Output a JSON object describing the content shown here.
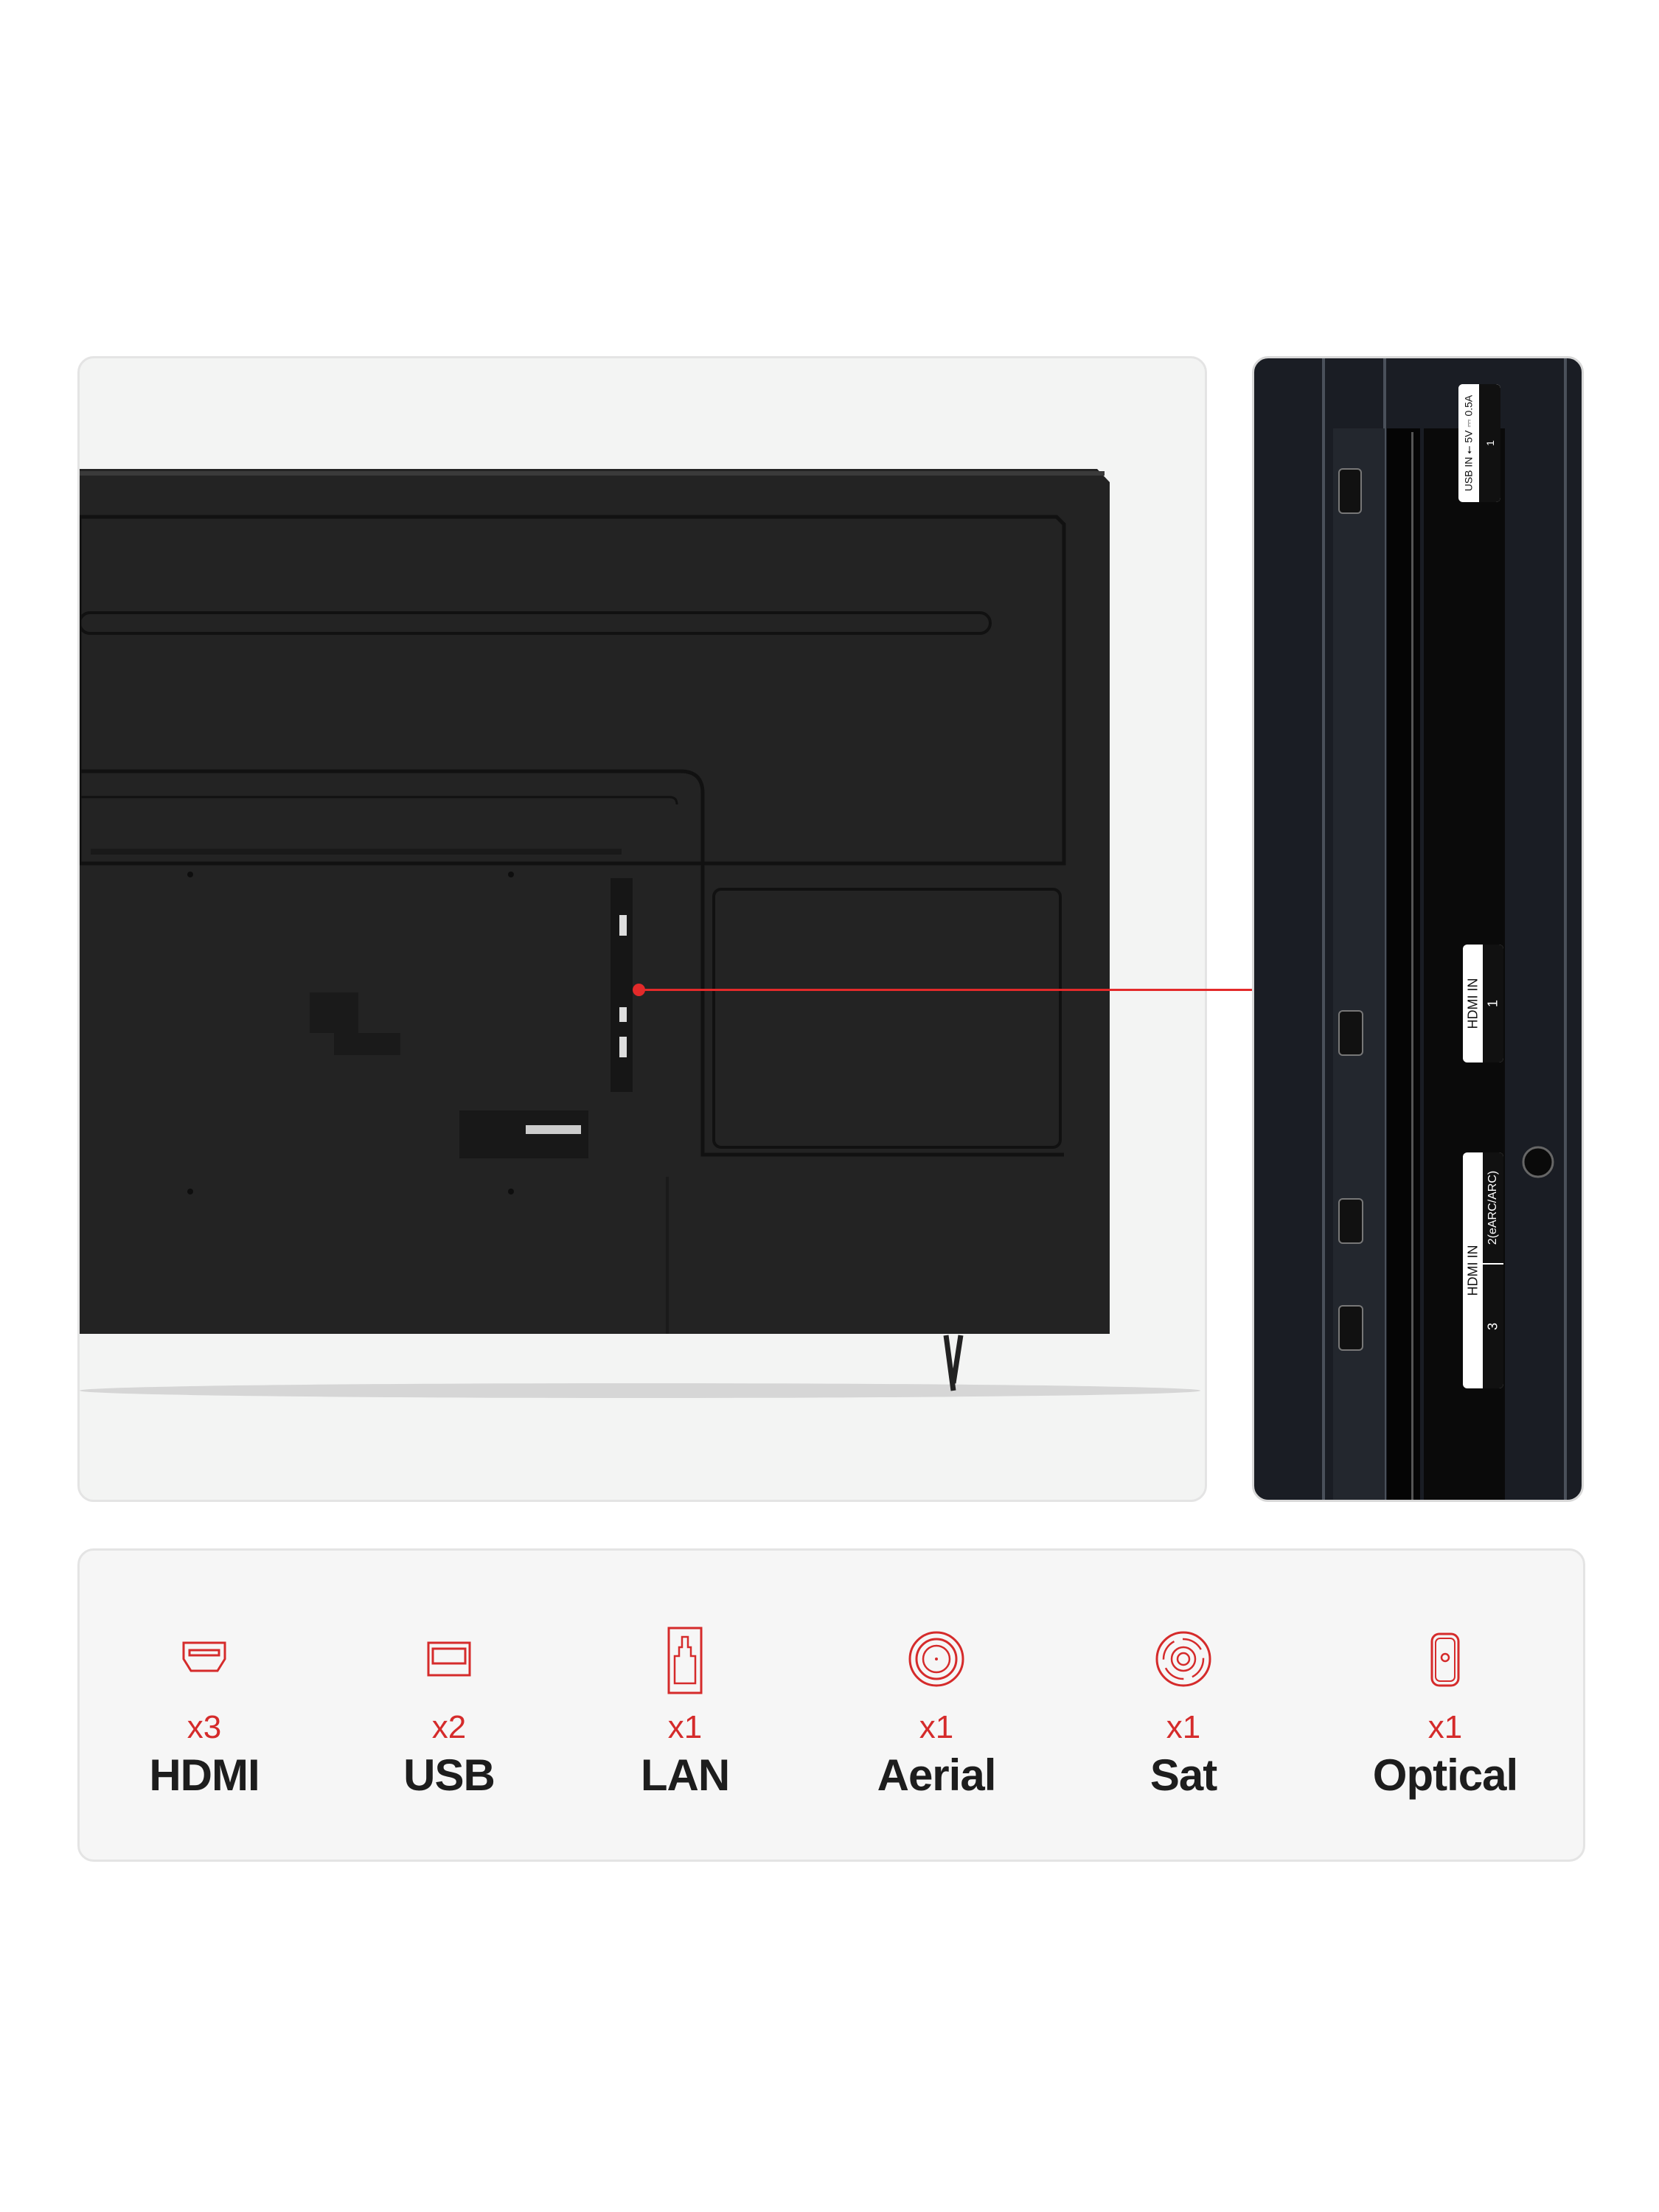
{
  "accent_color": "#d52b2b",
  "zoom_panel": {
    "labels": {
      "usb": {
        "title": "USB IN ⭠ 5V ⎓ 0.5A",
        "number": "1"
      },
      "hdmi1": {
        "title": "HDMI IN",
        "number": "1"
      },
      "hdmi23": {
        "title": "HDMI IN",
        "number_a": "2(eARC/ARC)",
        "number_b": "3"
      }
    }
  },
  "features": [
    {
      "icon": "hdmi-icon",
      "count": "x3",
      "label": "HDMI"
    },
    {
      "icon": "usb-icon",
      "count": "x2",
      "label": "USB"
    },
    {
      "icon": "lan-icon",
      "count": "x1",
      "label": "LAN"
    },
    {
      "icon": "aerial-icon",
      "count": "x1",
      "label": "Aerial"
    },
    {
      "icon": "sat-icon",
      "count": "x1",
      "label": "Sat"
    },
    {
      "icon": "optical-icon",
      "count": "x1",
      "label": "Optical"
    }
  ]
}
